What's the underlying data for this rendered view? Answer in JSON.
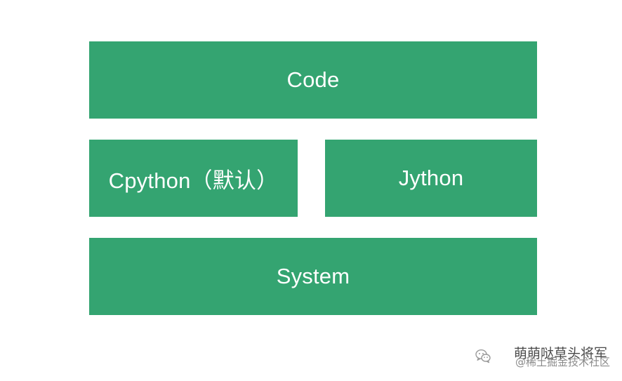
{
  "diagram": {
    "fill_color": "#34a471",
    "text_color": "#ffffff",
    "rows": [
      {
        "blocks": [
          {
            "label": "Code"
          }
        ]
      },
      {
        "blocks": [
          {
            "label": "Cpython（默认）"
          },
          {
            "label": "Jython"
          }
        ]
      },
      {
        "blocks": [
          {
            "label": "System"
          }
        ]
      }
    ]
  },
  "watermark": {
    "icon": "wechat-icon",
    "account_name": "萌萌哒草头将军",
    "site_label": "@稀土掘金技术社区"
  }
}
